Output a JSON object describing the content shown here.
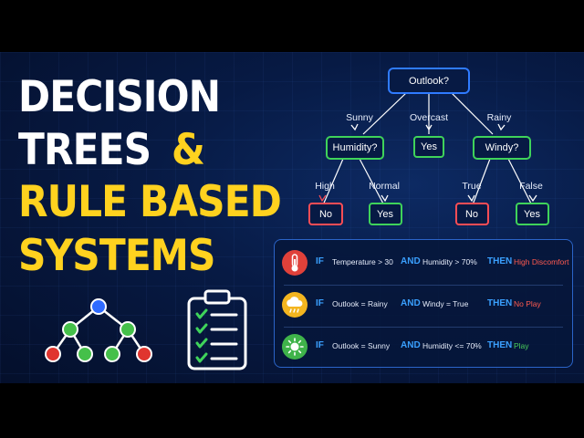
{
  "title": {
    "line1": "DECISION",
    "line2": "TREES",
    "amp": "&",
    "line3": "RULE BASED",
    "line4": "SYSTEMS"
  },
  "tree": {
    "root": "Outlook?",
    "edges": {
      "sunny": "Sunny",
      "overcast": "Overcast",
      "rainy": "Rainy",
      "high": "High",
      "normal": "Normal",
      "true": "True",
      "false": "False"
    },
    "humidity": "Humidity?",
    "overcast_leaf": "Yes",
    "windy": "Windy?",
    "leaf_high": "No",
    "leaf_normal": "Yes",
    "leaf_true": "No",
    "leaf_false": "Yes"
  },
  "rules": [
    {
      "if": "IF",
      "cond1": "Temperature > 30",
      "and": "AND",
      "cond2": "Humidity > 70%",
      "then": "THEN",
      "result": "High Discomfort",
      "icon": "thermometer-icon",
      "icon_color": "#e0413a",
      "result_color": "#ff5a4f"
    },
    {
      "if": "IF",
      "cond1": "Outlook = Rainy",
      "and": "AND",
      "cond2": "Windy = True",
      "then": "THEN",
      "result": "No Play",
      "icon": "rain-cloud-icon",
      "icon_color": "#f4b51f",
      "result_color": "#ff5a4f"
    },
    {
      "if": "IF",
      "cond1": "Outlook = Sunny",
      "and": "AND",
      "cond2": "Humidity <= 70%",
      "then": "THEN",
      "result": "Play",
      "icon": "sun-icon",
      "icon_color": "#3fb34a",
      "result_color": "#49d05a"
    }
  ],
  "colors": {
    "root": "#2f7bff",
    "decision": "#3fd35a",
    "yes": "#3fd35a",
    "no": "#ff4d55",
    "title_accent": "#ffd21f"
  }
}
